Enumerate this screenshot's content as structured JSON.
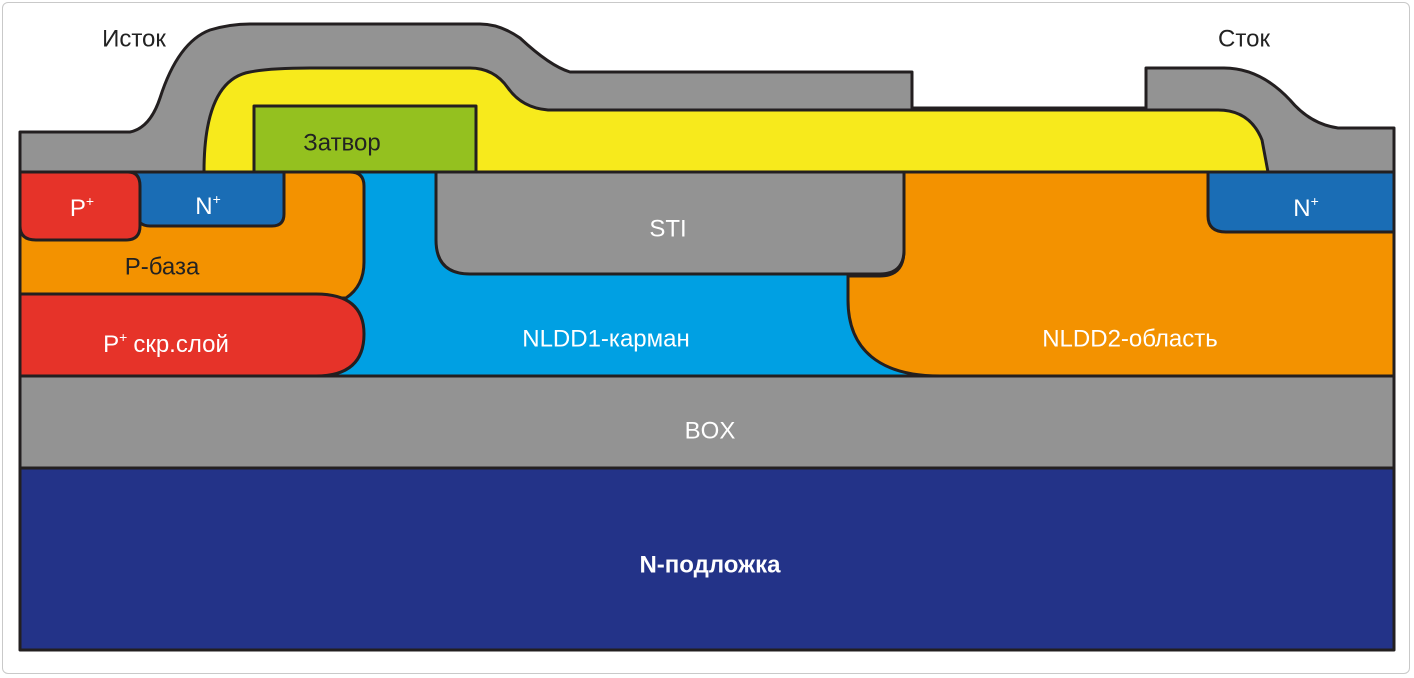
{
  "labels": {
    "source": "Исток",
    "drain": "Сток",
    "gate": "Затвор",
    "p_plus_base": "P",
    "p_plus_sup": "+",
    "n_plus_source": "N",
    "n_plus_source_sup": "+",
    "n_plus_drain": "N",
    "n_plus_drain_sup": "+",
    "p_base": "P-база",
    "p_buried_main": "P",
    "p_buried_sup": "+",
    "p_buried_rest": "скр.слой",
    "sti": "STI",
    "nldd1": "NLDD1-карман",
    "nldd2": "NLDD2-область",
    "box": "BOX",
    "substrate": "N-подложка"
  },
  "colors": {
    "metal_gray": "#939393",
    "oxide_yellow": "#f7ea1c",
    "gate_green": "#94c11f",
    "p_plus_red": "#e63329",
    "n_plus_blue": "#1a6db5",
    "p_base_orange": "#f39200",
    "nldd1_cyan": "#00a0e3",
    "nldd2_orange": "#f39200",
    "sti_gray": "#939393",
    "box_gray": "#939393",
    "substrate_navy": "#233388",
    "outline": "#231f20"
  }
}
